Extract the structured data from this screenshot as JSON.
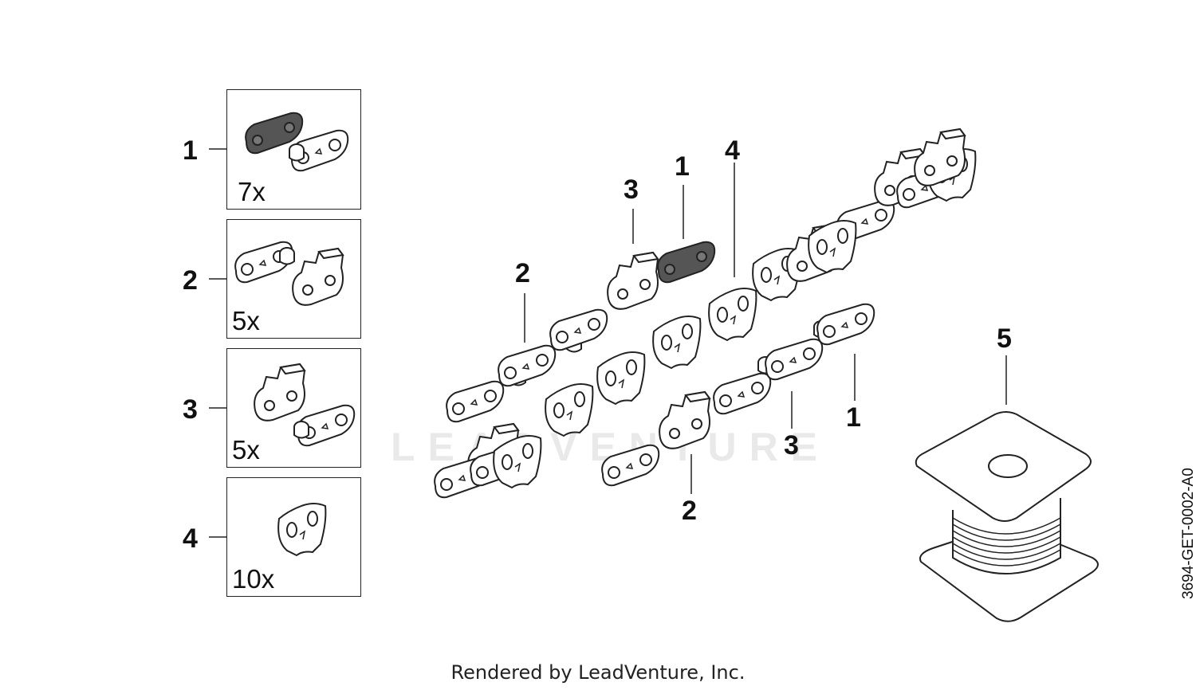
{
  "legend": [
    {
      "number": "1",
      "quantity": "7x"
    },
    {
      "number": "2",
      "quantity": "5x"
    },
    {
      "number": "3",
      "quantity": "5x"
    },
    {
      "number": "4",
      "quantity": "10x"
    }
  ],
  "callouts": {
    "upper_chain_2": "2",
    "upper_chain_3": "3",
    "upper_chain_1": "1",
    "upper_chain_4": "4",
    "lower_chain_1": "1",
    "lower_chain_3": "3",
    "lower_chain_2": "2",
    "spool_5": "5"
  },
  "watermark": "LEADVENTURE",
  "footer": "Rendered by LeadVenture, Inc.",
  "document_id": "3694-GET-0002-A0",
  "colors": {
    "line": "#222222",
    "dark_link": "#555555",
    "fill": "#ffffff"
  }
}
